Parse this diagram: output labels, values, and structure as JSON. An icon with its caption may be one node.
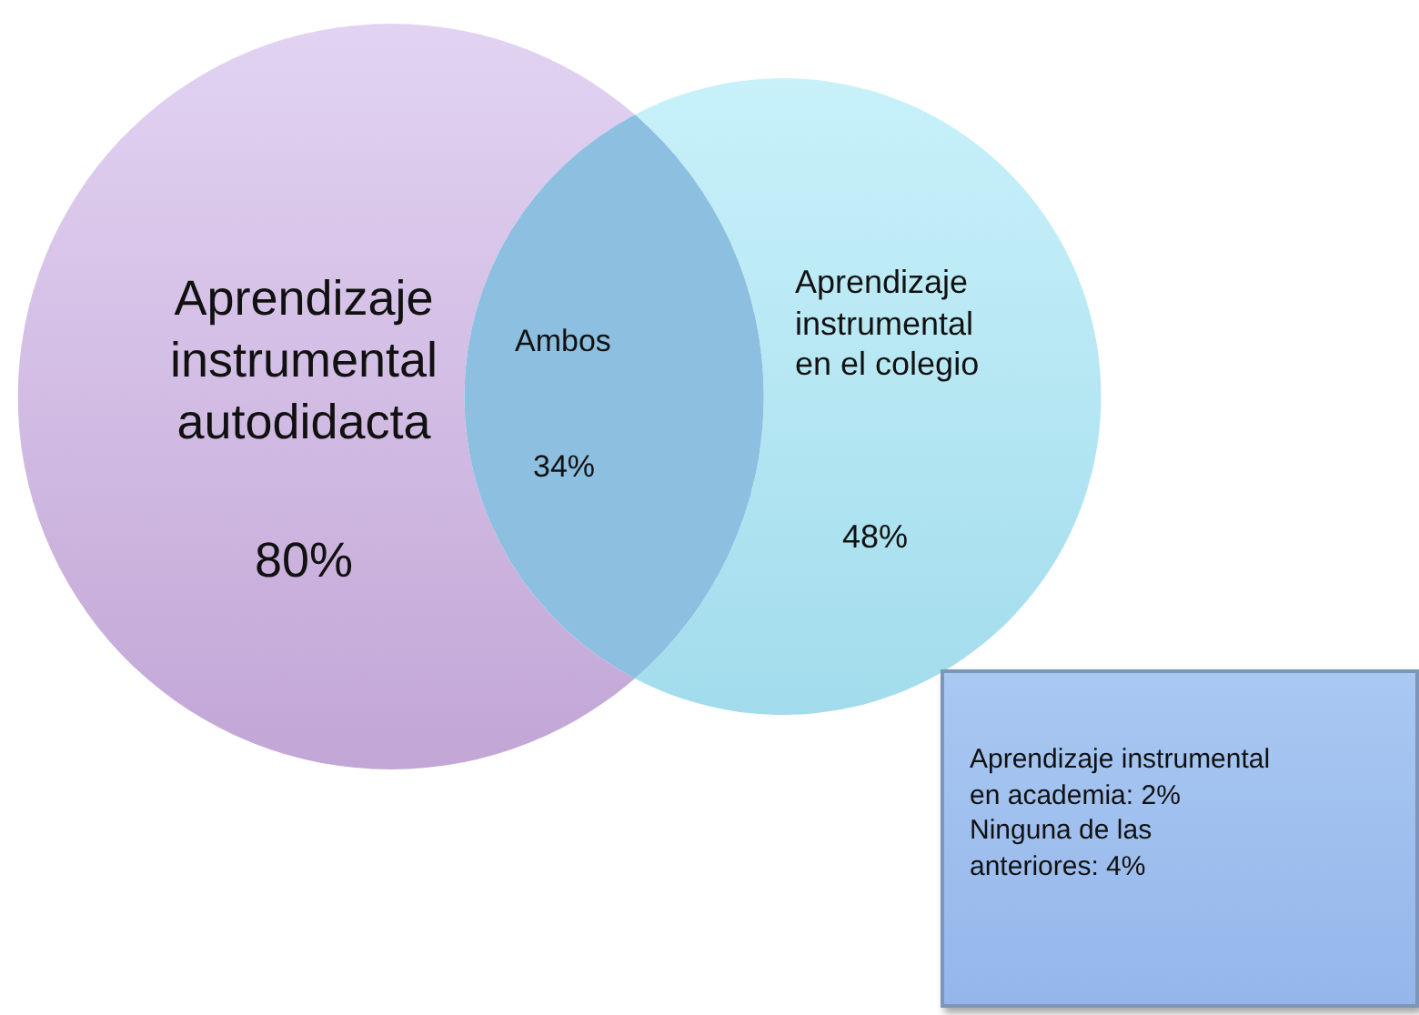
{
  "diagram": {
    "nodes": [
      {
        "text": [
          "Aprendizaje instrumental autodidacta",
          "80%"
        ]
      },
      {
        "text": [
          "Aprendizaje instrumental en el colegio",
          "48%"
        ]
      },
      {
        "text": [
          "Ambos",
          "34%"
        ]
      },
      {
        "text": [
          "Aprendizaje instrumental en academia: 2%",
          "Ninguna de las anteriores: 4%"
        ]
      }
    ]
  }
}
